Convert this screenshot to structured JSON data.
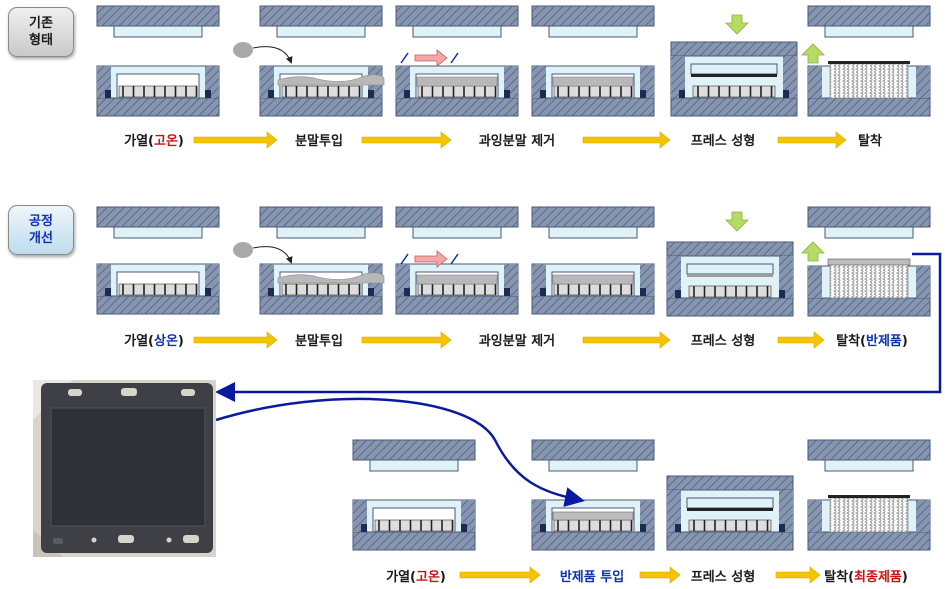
{
  "badges": {
    "existing": [
      "기존",
      "형태"
    ],
    "improved": [
      "공정",
      "개선"
    ]
  },
  "rows": {
    "existing": {
      "s1": {
        "a": "가열(",
        "b": "고온",
        "c": ")"
      },
      "s2": "분말투입",
      "s3": "과잉분말 제거",
      "s4": "프레스 성형",
      "s5": "탈착"
    },
    "improved": {
      "s1": {
        "a": "가열(",
        "b": "상온",
        "c": ")"
      },
      "s2": "분말투입",
      "s3": "과잉분말 제거",
      "s4": "프레스 성형",
      "s5": {
        "a": "탈착(",
        "b": "반제품",
        "c": ")"
      }
    },
    "second": {
      "s1": {
        "a": "가열(",
        "b": "고온",
        "c": ")"
      },
      "s2": "반제품 투입",
      "s3": "프레스 성형",
      "s4": {
        "a": "탈착(",
        "b": "최종제품",
        "c": ")"
      }
    }
  },
  "colors": {
    "mold_fill": "#8796b0",
    "mold_hatch": "#5b6a88",
    "cavity": "#dff2f7",
    "powder": "#b8b8b8",
    "step_arrow": "#f5c400",
    "flow_line": "#0a1aa0",
    "press_arrow": "#b4dc64",
    "scraper_arrow": "#f4a7a7",
    "highlight_red": "#d01010",
    "highlight_blue": "#1030b0"
  }
}
